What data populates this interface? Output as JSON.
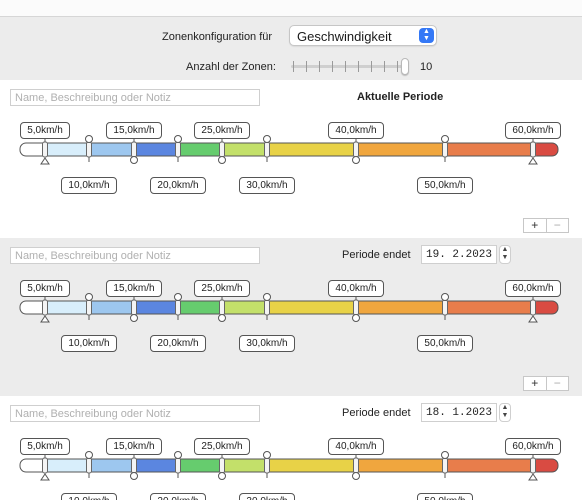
{
  "header": {
    "config_label": "Zonenkonfiguration für",
    "config_value": "Geschwindigkeit",
    "zones_label": "Anzahl der Zonen:",
    "zones_count": "10",
    "zones_slider_value": 10
  },
  "zone_labels": {
    "top": [
      "5,0km/h",
      "15,0km/h",
      "25,0km/h",
      "40,0km/h",
      "60,0km/h"
    ],
    "bottom": [
      "10,0km/h",
      "20,0km/h",
      "30,0km/h",
      "50,0km/h"
    ]
  },
  "colors": [
    "#d8eefb",
    "#9dc7ef",
    "#5b86e0",
    "#66cc6e",
    "#c3e06a",
    "#e8d247",
    "#f0a63e",
    "#e87d4b",
    "#d94b42"
  ],
  "sections": [
    {
      "note_placeholder": "Name, Beschreibung oder Notiz",
      "title": "Aktuelle Periode",
      "add": "+",
      "remove": "−"
    },
    {
      "note_placeholder": "Name, Beschreibung oder Notiz",
      "period_label": "Periode endet",
      "date": "19.  2.2023",
      "add": "+",
      "remove": "−"
    },
    {
      "note_placeholder": "Name, Beschreibung oder Notiz",
      "period_label": "Periode endet",
      "date": "18.  1.2023"
    }
  ]
}
